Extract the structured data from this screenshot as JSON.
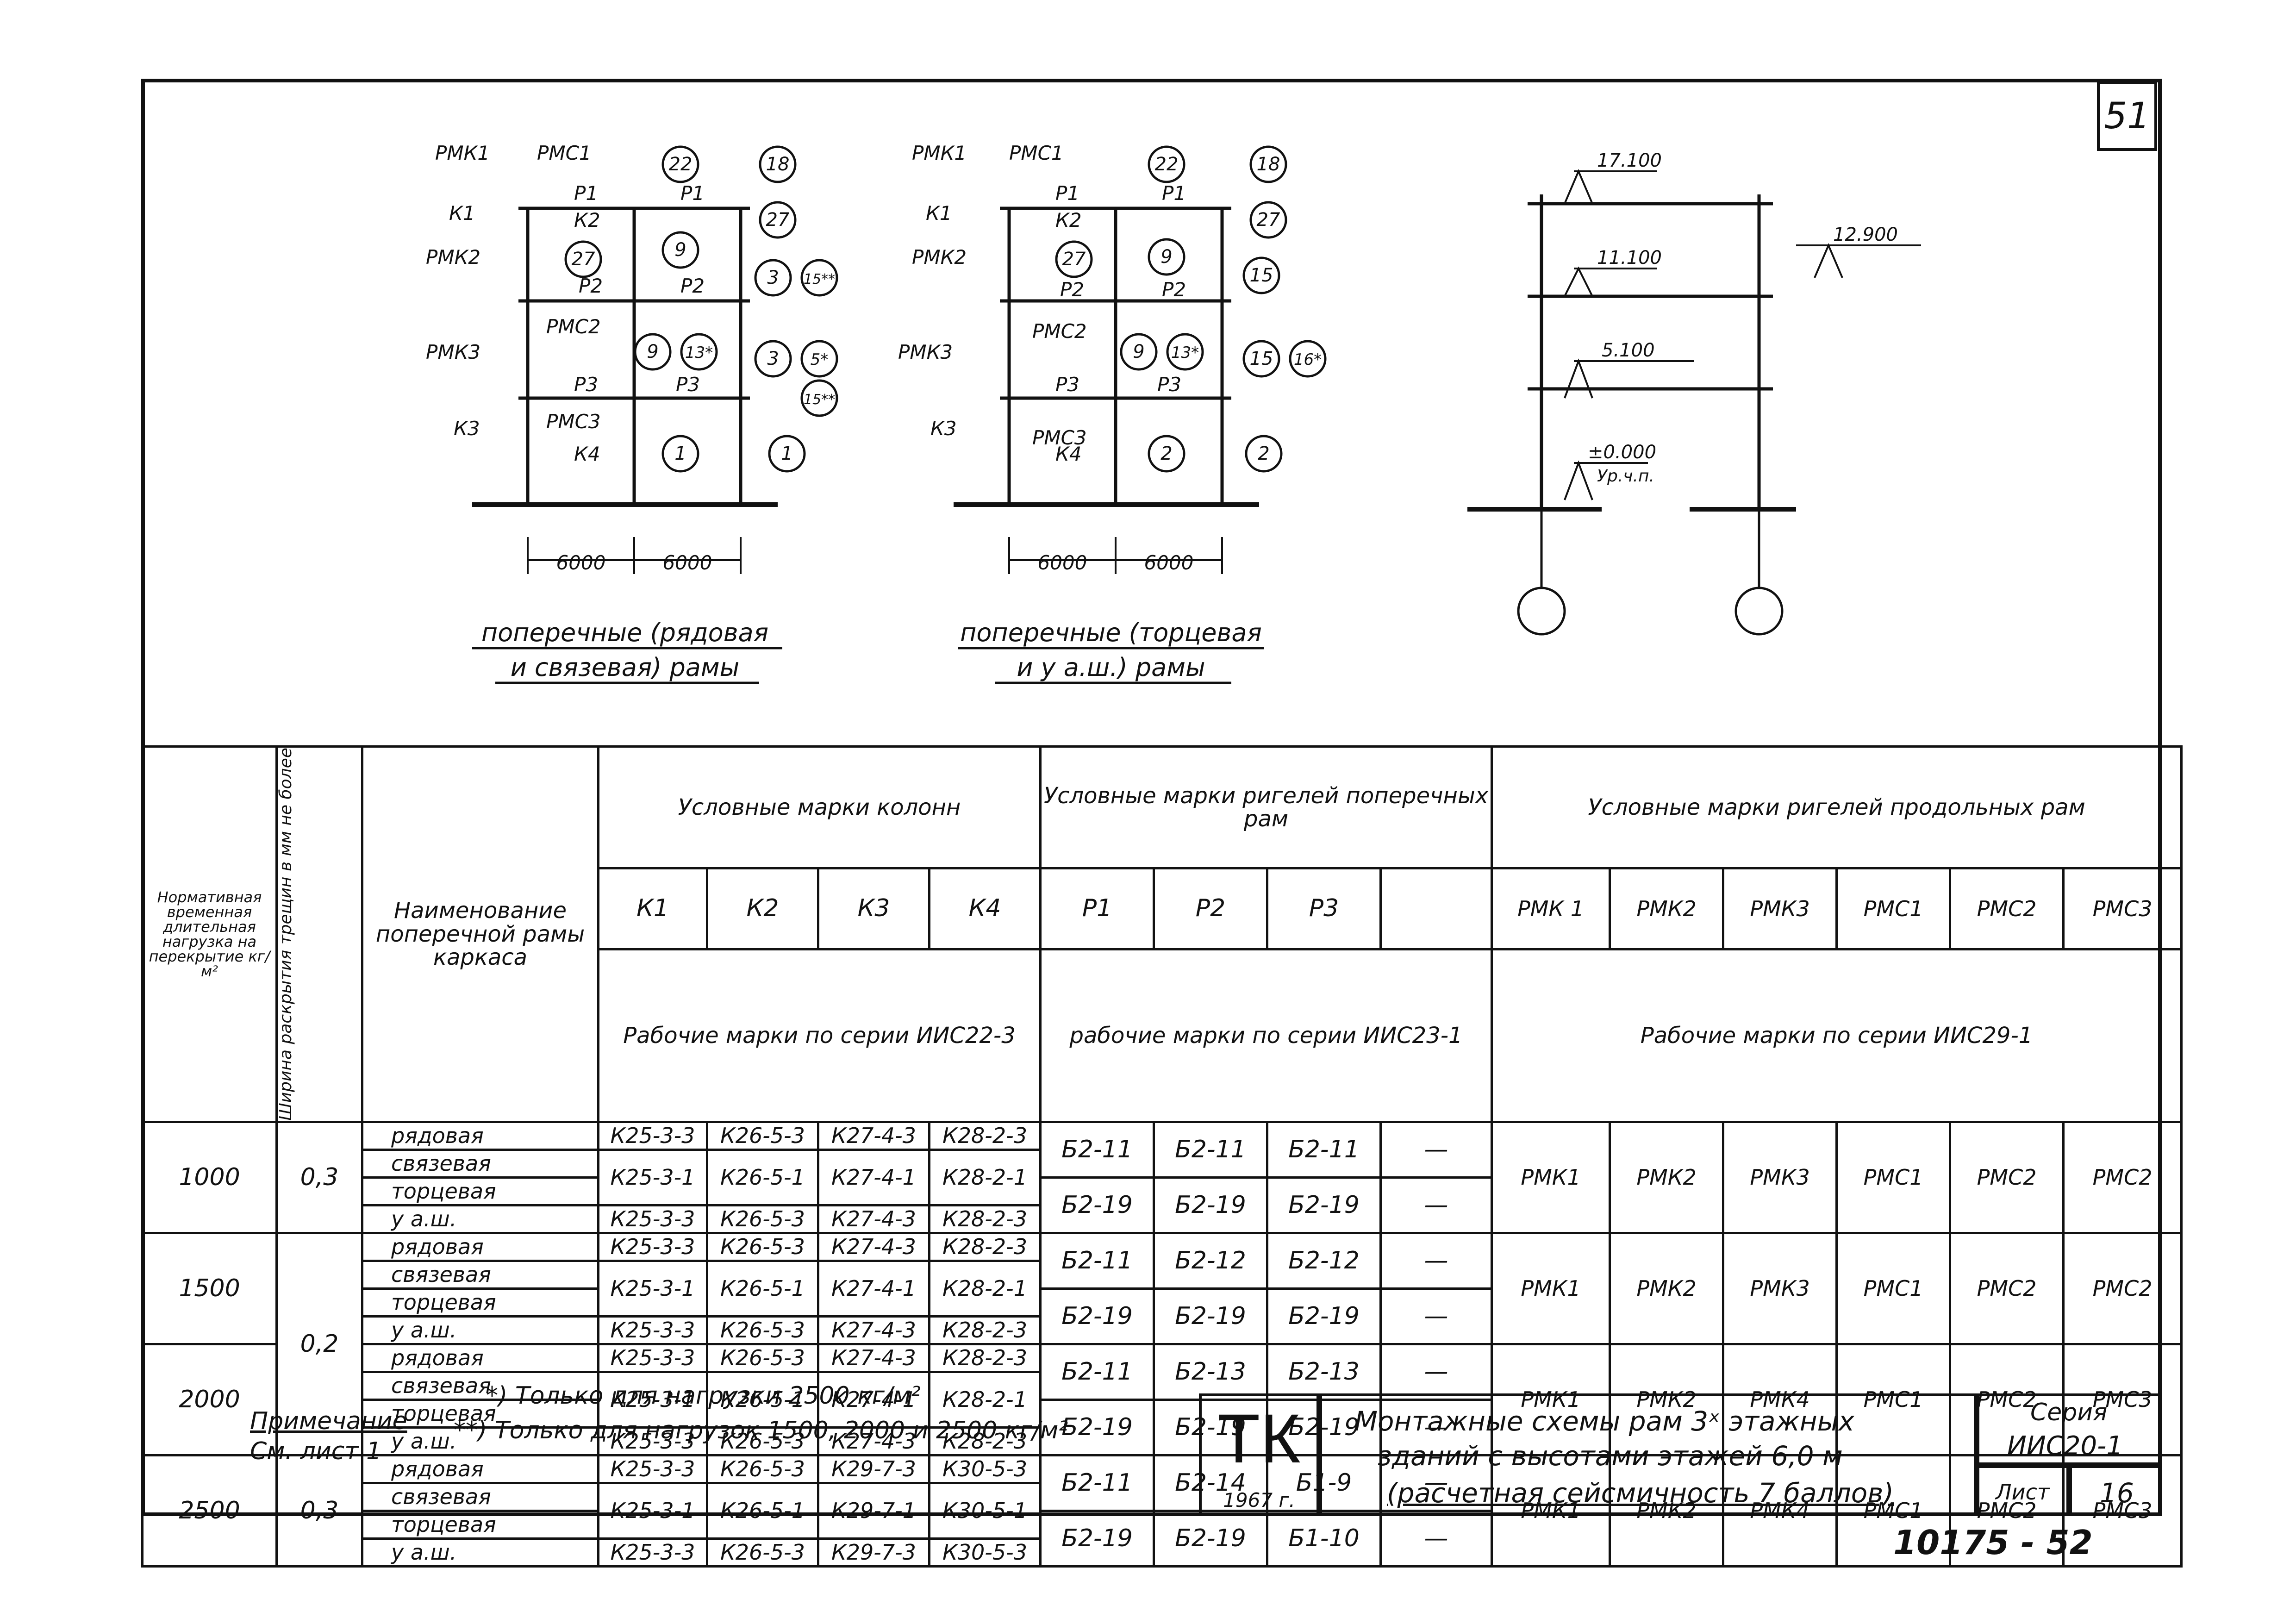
{
  "page_number": "51",
  "diagram1": {
    "title1": "поперечные (рядовая",
    "title2": "и связевая) рамы",
    "labels": {
      "pmk1": "РМК1",
      "pmc1": "РМС1",
      "k1": "К1",
      "k2": "К2",
      "pmk2": "РМК2",
      "pmc2": "РМС2",
      "pmk3": "РМК3",
      "pmc3": "РМС3",
      "k3": "К3",
      "k4": "К4",
      "p1a": "Р1",
      "p1b": "Р1",
      "p2a": "Р2",
      "p2b": "Р2",
      "p3a": "Р3",
      "p3b": "Р3"
    },
    "circles": {
      "c22": "22",
      "c18": "18",
      "c27a": "27",
      "c27b": "27",
      "c9a": "9",
      "c9b": "9",
      "c3a": "3",
      "c3b": "3",
      "c15a": "15**",
      "c13": "13*",
      "c5": "5*",
      "c15b": "15**",
      "c1a": "1",
      "c1b": "1"
    },
    "dims": [
      "6000",
      "6000"
    ]
  },
  "diagram2": {
    "title1": "поперечные (торцевая",
    "title2": "и у а.ш.) рамы",
    "labels": {
      "pmk1": "РМК1",
      "pmc1": "РМС1",
      "k1": "К1",
      "k2": "К2",
      "pmk2": "РМК2",
      "pmc2": "РМС2",
      "pmk3": "РМК3",
      "pmc3": "РМС3",
      "k3": "К3",
      "k4": "К4",
      "p1a": "Р1",
      "p1b": "Р1",
      "p2a": "Р2",
      "p2b": "Р2",
      "p3a": "Р3",
      "p3b": "Р3"
    },
    "circles": {
      "c22": "22",
      "c18": "18",
      "c27a": "27",
      "c27b": "27",
      "c9a": "9",
      "c9b": "9",
      "c15a": "15",
      "c13": "13*",
      "c15b": "15",
      "c16": "16*",
      "c2a": "2",
      "c2b": "2"
    },
    "dims": [
      "6000",
      "6000"
    ]
  },
  "elevation": {
    "e1": "17.100",
    "e2": "12.900",
    "e3": "11.100",
    "e4": "5.100",
    "e5": "±0.000",
    "e6": "Ур.ч.п."
  },
  "table": {
    "h_load": "Нормативная временная длительная нагрузка на перекрытие кг/м²",
    "h_crack": "Ширина раскрытия трещин в мм не более",
    "h_name": "Наименование поперечной рамы каркаса",
    "h_cols": "Условные марки колонн",
    "h_rig": "Условные марки ригелей поперечных рам",
    "h_long": "Условные марки ригелей продольных рам",
    "k1": "К1",
    "k2": "К2",
    "k3": "К3",
    "k4": "К4",
    "p1": "Р1",
    "p2": "Р2",
    "p3": "Р3",
    "p4": "",
    "pmk1": "РМК 1",
    "pmk2": "РМК2",
    "pmk3": "РМК3",
    "pmc1": "РМС1",
    "pmc2": "РМС2",
    "pmc3": "РМС3",
    "work_cols": "Рабочие марки по серии ИИС22-3",
    "work_rig": "рабочие марки по серии ИИС23-1",
    "work_long": "Рабочие марки по серии ИИС29-1",
    "groups": [
      {
        "load": "1000",
        "crack": "0,3",
        "rows": [
          {
            "name": "рядовая",
            "k": [
              "К25-3-3",
              "К26-5-3",
              "К27-4-3",
              "К28-2-3"
            ]
          },
          {
            "name": "связевая",
            "k": [
              "К25-3-1",
              "К26-5-1",
              "К27-4-1",
              "К28-2-1"
            ]
          },
          {
            "name": "торцевая"
          },
          {
            "name": "у а.ш.",
            "k": [
              "К25-3-3",
              "К26-5-3",
              "К27-4-3",
              "К28-2-3"
            ]
          }
        ],
        "rig": [
          [
            "Б2-11",
            "Б2-11",
            "Б2-11",
            "—"
          ],
          [
            "Б2-19",
            "Б2-19",
            "Б2-19",
            "—"
          ]
        ],
        "long": [
          "РМК1",
          "РМК2",
          "РМК3",
          "РМС1",
          "РМС2",
          "РМС2"
        ]
      },
      {
        "load": "1500",
        "crack": "",
        "rows": [
          {
            "name": "рядовая",
            "k": [
              "К25-3-3",
              "К26-5-3",
              "К27-4-3",
              "К28-2-3"
            ]
          },
          {
            "name": "связевая",
            "k": [
              "К25-3-1",
              "К26-5-1",
              "К27-4-1",
              "К28-2-1"
            ]
          },
          {
            "name": "торцевая"
          },
          {
            "name": "у а.ш.",
            "k": [
              "К25-3-3",
              "К26-5-3",
              "К27-4-3",
              "К28-2-3"
            ]
          }
        ],
        "rig": [
          [
            "Б2-11",
            "Б2-12",
            "Б2-12",
            "—"
          ],
          [
            "Б2-19",
            "Б2-19",
            "Б2-19",
            "—"
          ]
        ],
        "long": [
          "РМК1",
          "РМК2",
          "РМК3",
          "РМС1",
          "РМС2",
          "РМС2"
        ]
      },
      {
        "load": "2000",
        "crack": "0,2",
        "rows": [
          {
            "name": "рядовая",
            "k": [
              "К25-3-3",
              "К26-5-3",
              "К27-4-3",
              "К28-2-3"
            ]
          },
          {
            "name": "связевая",
            "k": [
              "К25-3-1",
              "К26-5-1",
              "К27-4-1",
              "К28-2-1"
            ]
          },
          {
            "name": "торцевая"
          },
          {
            "name": "у а.ш.",
            "k": [
              "К25-3-3",
              "К26-5-3",
              "К27-4-3",
              "К28-2-3"
            ]
          }
        ],
        "rig": [
          [
            "Б2-11",
            "Б2-13",
            "Б2-13",
            "—"
          ],
          [
            "Б2-19",
            "Б2-19",
            "Б2-19",
            "—"
          ]
        ],
        "long": [
          "РМК1",
          "РМК2",
          "РМК4",
          "РМС1",
          "РМС2",
          "РМС3"
        ]
      },
      {
        "load": "2500",
        "crack": "0,3",
        "rows": [
          {
            "name": "рядовая",
            "k": [
              "К25-3-3",
              "К26-5-3",
              "К29-7-3",
              "К30-5-3"
            ]
          },
          {
            "name": "связевая",
            "k": [
              "К25-3-1",
              "К26-5-1",
              "К29-7-1",
              "К30-5-1"
            ]
          },
          {
            "name": "торцевая"
          },
          {
            "name": "у а.ш.",
            "k": [
              "К25-3-3",
              "К26-5-3",
              "К29-7-3",
              "К30-5-3"
            ]
          }
        ],
        "rig": [
          [
            "Б2-11",
            "Б2-14",
            "Б1-9",
            "—"
          ],
          [
            "Б2-19",
            "Б2-19",
            "Б1-10",
            "—"
          ]
        ],
        "long": [
          "РМК1",
          "РМК2",
          "РМК4",
          "РМС1",
          "РМС2",
          "РМС3"
        ]
      }
    ]
  },
  "notes": {
    "label": "Примечание",
    "see": "См. лист 1",
    "n1": "*) Только для нагрузки 2500 кг/м²",
    "n2": "**) Только для нагрузок 1500, 2000 и 2500 кг/м²"
  },
  "titleblock": {
    "logo": "ТК",
    "year": "1967 г.",
    "title1": "Монтажные схемы рам 3ˣ этажных",
    "title2": "зданий с высотами этажей 6,0 м",
    "title3": "(расчетная сейсмичность 7 баллов)",
    "series_label": "Серия",
    "series": "ИИС20-1",
    "sheet_label": "Лист",
    "sheet": "16"
  },
  "bottom_number": "10175 - 52"
}
